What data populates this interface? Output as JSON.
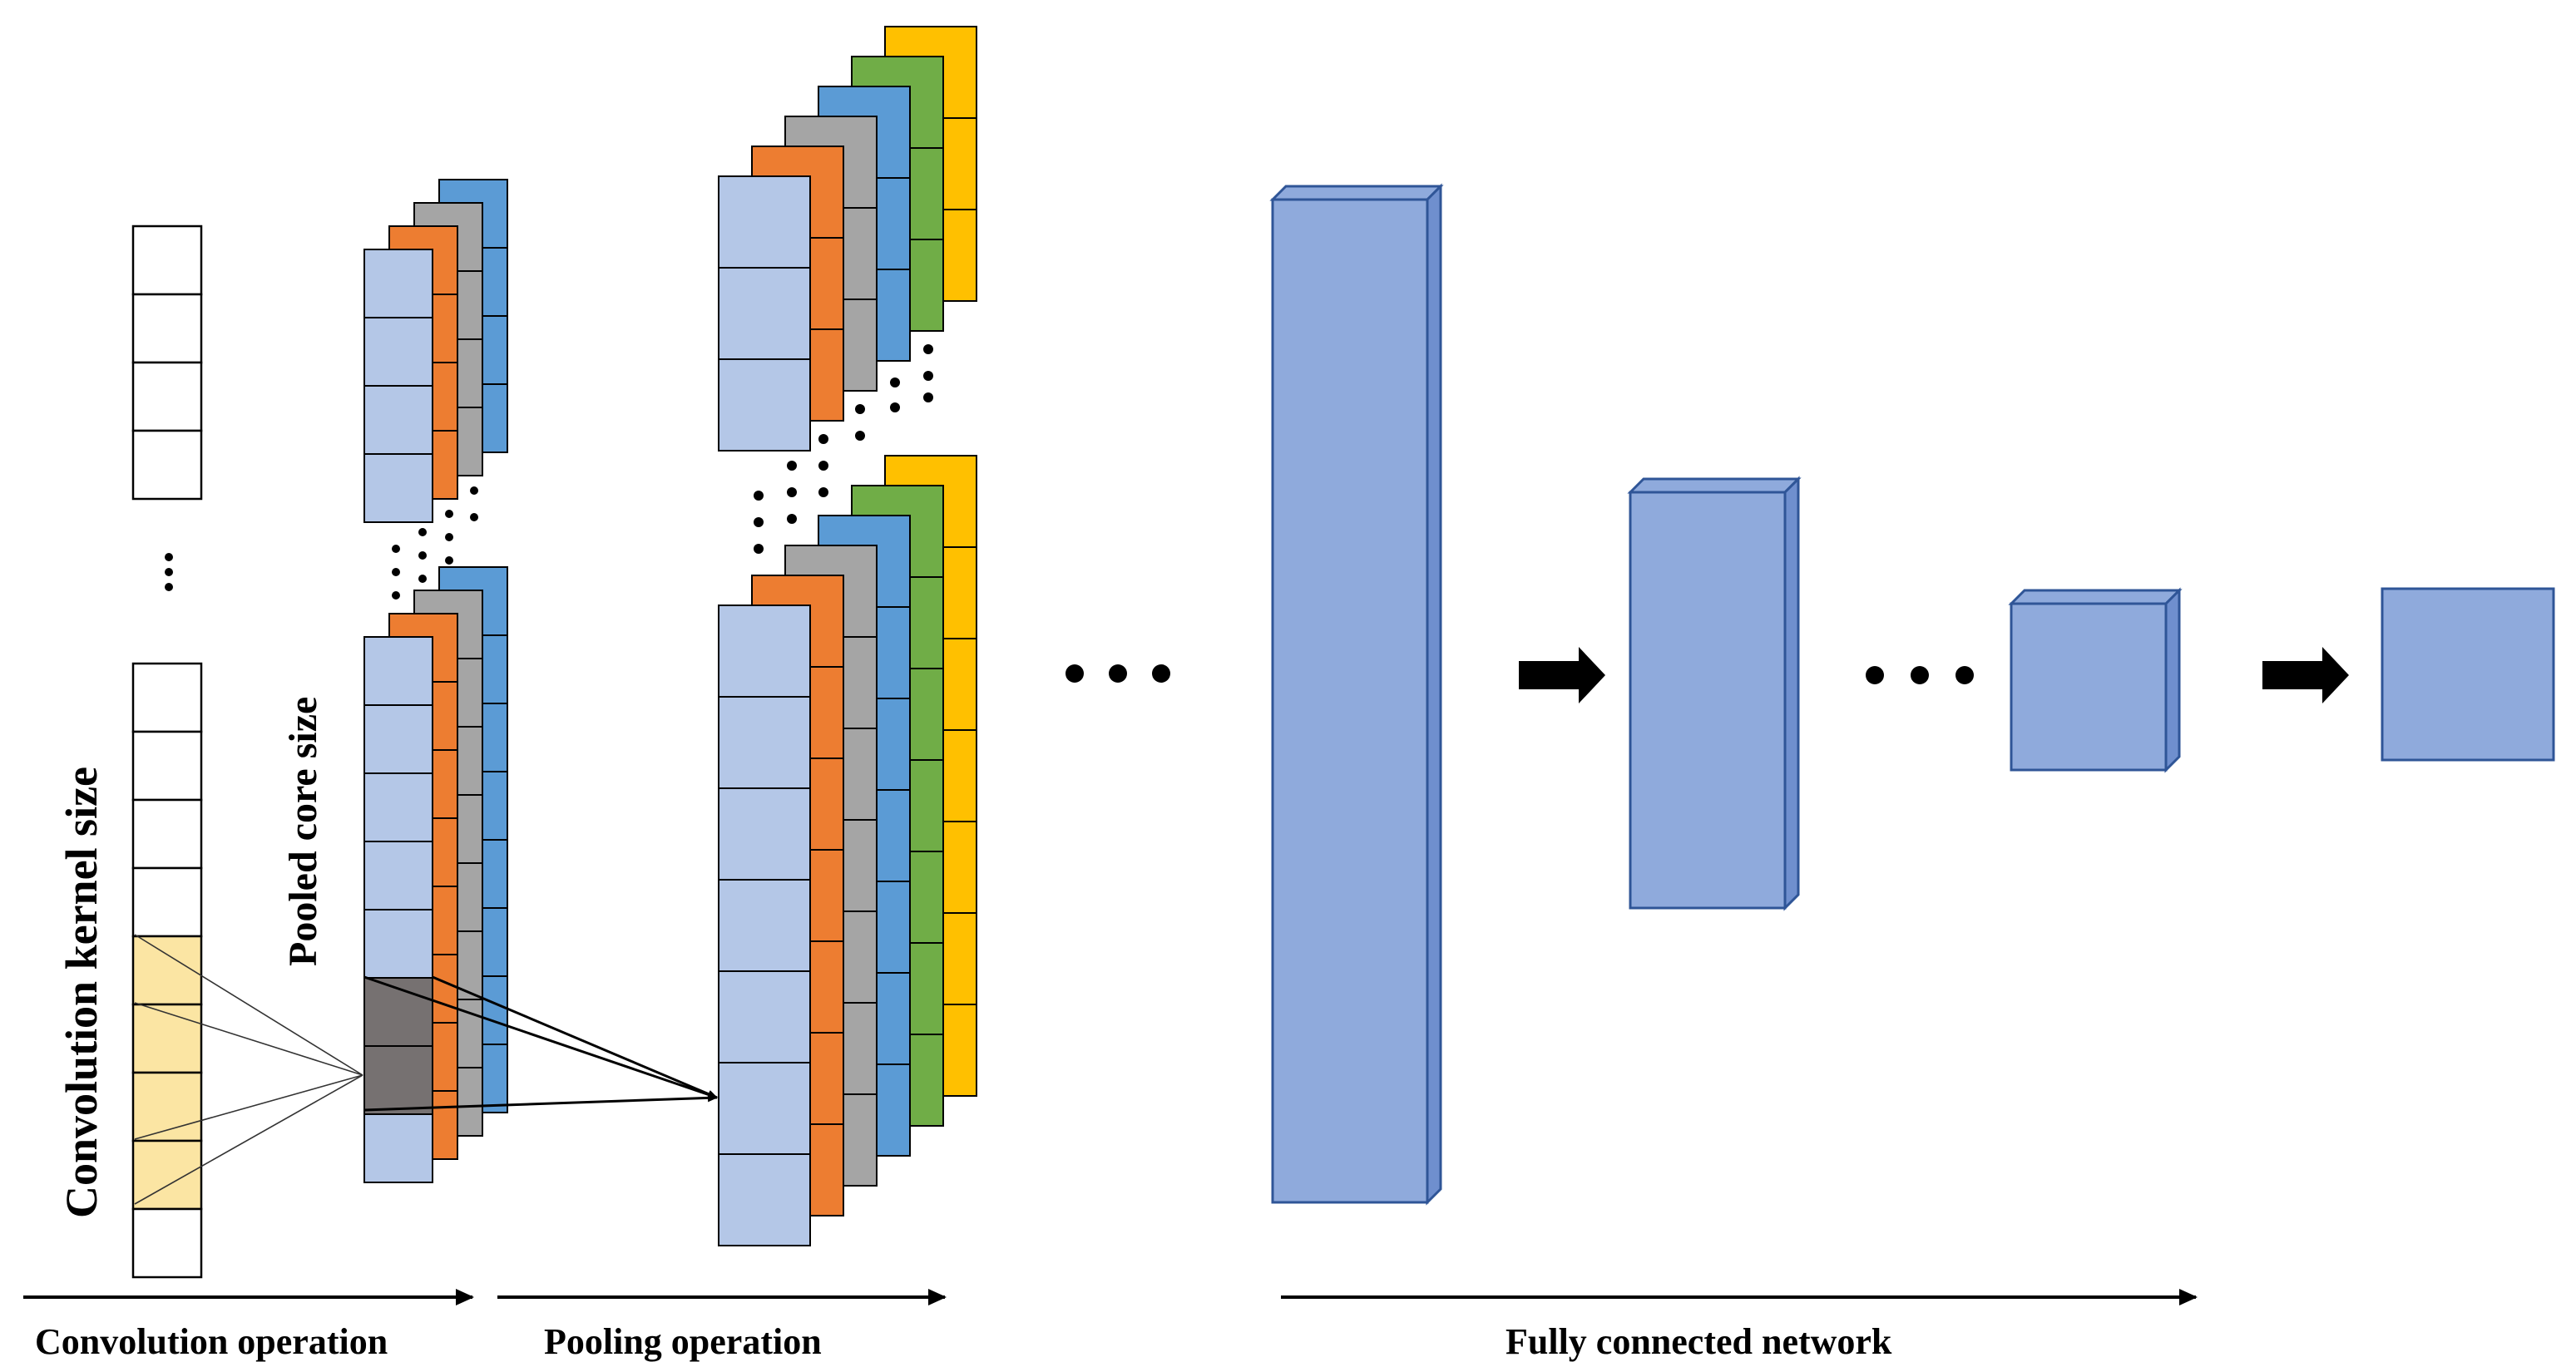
{
  "labels": {
    "convolution_kernel_size": "Convolution kernel size",
    "pooled_core_size": "Pooled core size",
    "convolution_operation": "Convolution operation",
    "pooling_operation": "Pooling operation",
    "fully_connected_network": "Fully connected network"
  },
  "colors": {
    "cell_blue_light": "#b4c7e7",
    "orange": "#ed7d31",
    "gray": "#a5a5a5",
    "blue": "#5b9bd5",
    "green": "#70ad47",
    "yellow": "#ffc000",
    "kernel_highlight": "#fbe5a3",
    "pool_dark": "#767171",
    "fc_front": "#8faadc",
    "fc_side": "#6f8fce",
    "fc_stroke": "#2f5597"
  },
  "icons": {
    "ellipsis": "ellipsis-icon",
    "arrow": "right-arrow-icon"
  }
}
